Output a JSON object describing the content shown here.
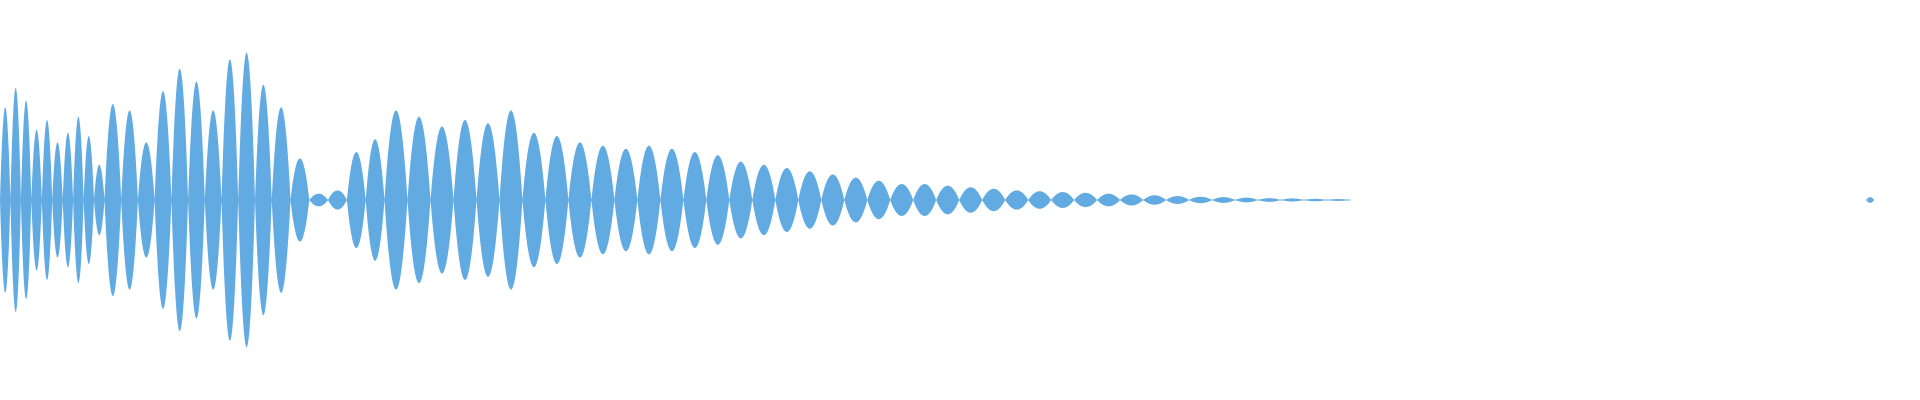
{
  "waveform": {
    "color": "#62abe2",
    "background": "#ffffff",
    "envelope": [
      0.58,
      0.7,
      0.62,
      0.44,
      0.5,
      0.36,
      0.42,
      0.52,
      0.4,
      0.22,
      0.6,
      0.56,
      0.36,
      0.68,
      0.82,
      0.74,
      0.56,
      0.88,
      0.92,
      0.72,
      0.58,
      0.26,
      0.04,
      0.06,
      0.3,
      0.38,
      0.56,
      0.52,
      0.46,
      0.5,
      0.48,
      0.56,
      0.42,
      0.4,
      0.36,
      0.34,
      0.32,
      0.34,
      0.32,
      0.3,
      0.28,
      0.24,
      0.22,
      0.2,
      0.18,
      0.16,
      0.14,
      0.12,
      0.1,
      0.1,
      0.09,
      0.08,
      0.07,
      0.06,
      0.055,
      0.05,
      0.045,
      0.04,
      0.035,
      0.03,
      0.025,
      0.02,
      0.018,
      0.015,
      0.012,
      0.01,
      0.008,
      0.006
    ],
    "trailing_blip": {
      "position": 0.974,
      "amplitude": 0.018
    }
  }
}
